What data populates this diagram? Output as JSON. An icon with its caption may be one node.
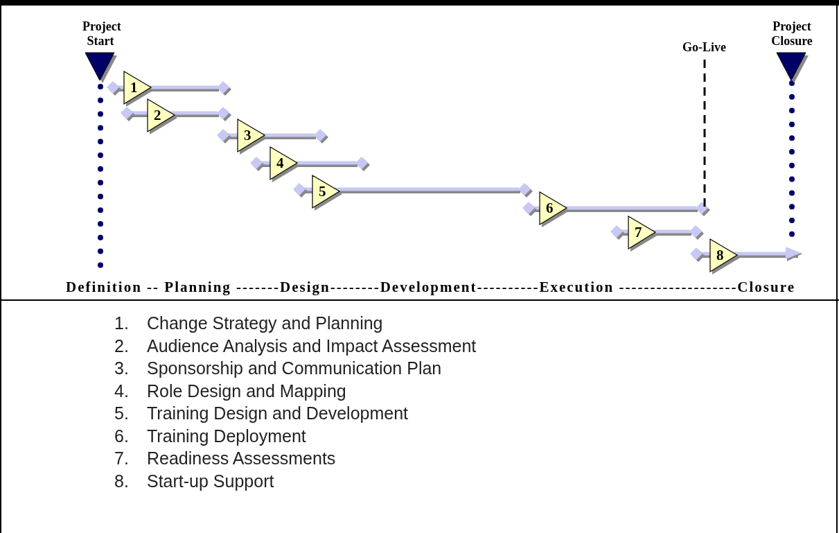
{
  "diagram": {
    "nodes": [
      {
        "text": [
          "Project Start"
        ]
      },
      {
        "text": [
          "Project Closure"
        ]
      },
      {
        "text": [
          "1"
        ]
      },
      {
        "text": [
          "2"
        ]
      },
      {
        "text": [
          "3"
        ]
      },
      {
        "text": [
          "4"
        ]
      },
      {
        "text": [
          "5"
        ]
      },
      {
        "text": [
          "6"
        ]
      },
      {
        "text": [
          "7"
        ]
      },
      {
        "text": [
          "8"
        ]
      }
    ],
    "edges": [],
    "labels": [
      "Go-Live",
      "Definition -- Planning -------Design--------Development----------Execution -------------------Closure",
      "1.",
      "Change Strategy and Planning",
      "2.",
      "Audience Analysis and Impact Assessment",
      "3.",
      "Sponsorship and Communication Plan",
      "4.",
      "Role Design and Mapping",
      "5.",
      "Training Design and Development",
      "6.",
      "Training Deployment",
      "7.",
      "Readiness Assessments",
      "8.",
      "Start-up Support"
    ]
  }
}
